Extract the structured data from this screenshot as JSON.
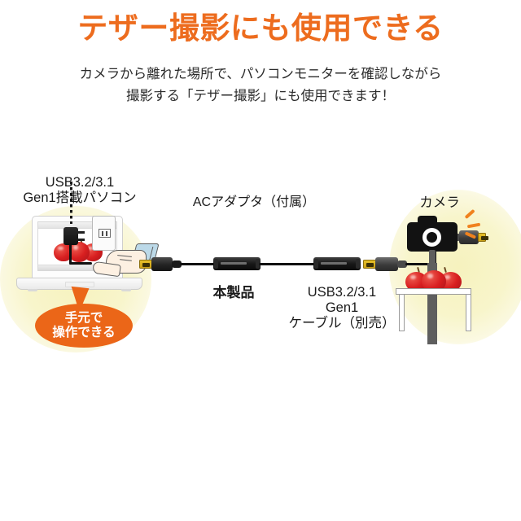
{
  "headline": "テザー撮影にも使用できる",
  "subtitle": {
    "line1": "カメラから離れた場所で、パソコンモニターを確認しながら",
    "line2": "撮影する「テザー撮影」にも使用できます！"
  },
  "diagram": {
    "pc_label": {
      "line1": "USB3.2/3.1",
      "line2": "Gen1搭載パソコン"
    },
    "ac_adapter_label": "ACアダプタ（付属）",
    "product_label": "本製品",
    "cable_label": {
      "line1": "USB3.2/3.1",
      "line2": "Gen1",
      "line3": "ケーブル（別売）"
    },
    "camera_label": "カメラ",
    "callout": {
      "line1": "手元で",
      "line2": "操作できる"
    }
  },
  "colors": {
    "headline_orange": "#ED6C1E",
    "callout_orange": "#EB6618",
    "glow_yellow": "#F7F4C6",
    "apple_red": "#D81F20",
    "body_text": "#2b2b2b",
    "cable_black": "#111111",
    "usb_gold": "#E8C12A",
    "background": "#FFFFFF"
  }
}
